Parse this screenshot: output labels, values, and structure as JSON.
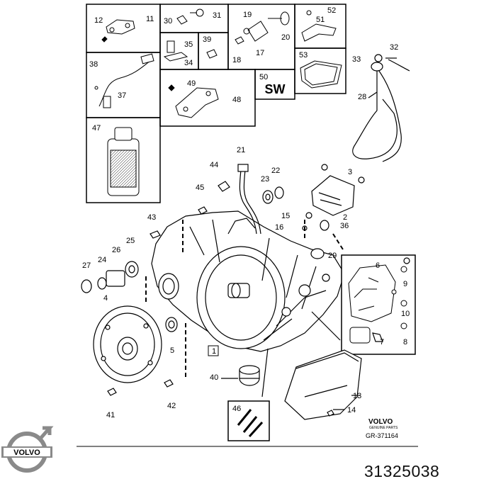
{
  "callouts": {
    "c1": "1",
    "c2": "2",
    "c3": "3",
    "c4": "4",
    "c5": "5",
    "c6": "6",
    "c7": "7",
    "c8": "8",
    "c9": "9",
    "c10": "10",
    "c11": "11",
    "c12": "12",
    "c13": "13",
    "c14": "14",
    "c15": "15",
    "c16": "16",
    "c17": "17",
    "c18": "18",
    "c19": "19",
    "c20": "20",
    "c21": "21",
    "c22": "22",
    "c23": "23",
    "c24": "24",
    "c25": "25",
    "c26": "26",
    "c27": "27",
    "c28": "28",
    "c29": "29",
    "c30": "30",
    "c31": "31",
    "c32": "32",
    "c33": "33",
    "c34": "34",
    "c35": "35",
    "c36": "36",
    "c37": "37",
    "c38": "38",
    "c39": "39",
    "c40": "40",
    "c41": "41",
    "c42": "42",
    "c43": "43",
    "c44": "44",
    "c45": "45",
    "c46": "46",
    "c47": "47",
    "c48": "48",
    "c49": "49",
    "c50": "50",
    "c51": "51",
    "c52": "52",
    "c53": "53"
  },
  "sw_label": "SW",
  "brand": {
    "volvo_small": "VOLVO",
    "genuine_parts": "GENUINE PARTS",
    "diagram_ref": "GR-371164",
    "logo_word": "VOLVO"
  },
  "part_number": "31325038",
  "colors": {
    "line": "#000000",
    "background": "#ffffff",
    "logo_grey": "#8a8a8a"
  }
}
